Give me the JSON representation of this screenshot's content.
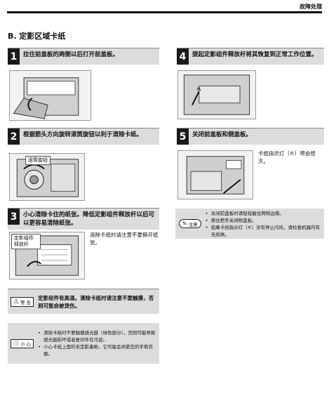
{
  "header": {
    "title": "故障处理"
  },
  "section": {
    "title": "B. 定影区域卡纸"
  },
  "steps": [
    {
      "num": "1",
      "text": "拉住前盖板的两侧以后打开前盖板。"
    },
    {
      "num": "2",
      "text": "根据箭头方向旋转滚筒旋钮以利于清除卡纸。"
    },
    {
      "num": "3",
      "text": "小心清除卡住的纸张。降低定影组件释放杆以后可以更容易清除纸张。"
    },
    {
      "num": "4",
      "text": "提起定影组件释放杆将其恢复到正常工作位置。"
    },
    {
      "num": "5",
      "text": "关闭前盖板和侧盖板。"
    }
  ],
  "callouts": {
    "drum_knob": "滚筒旋钮",
    "fusing_lever": "定影组件释放杆"
  },
  "side_notes": {
    "step3": "清除卡纸时请注意不要撕开纸张。",
    "step5": "卡纸指示灯（⚟）将会熄灭。"
  },
  "warning": {
    "badge": "警 告",
    "text": "定影组件有高温。清除卡纸时请注意不要触摸，否则可能会被烫伤。"
  },
  "caution": {
    "badge": "小 心",
    "items": [
      "清除卡纸时不要触摸感光鼓（绿色部分），否则可能导致感光鼓损坏或者复印件有污迹。",
      "小心卡纸上面的未定影墨粉，它可能会弄脏您的手和衣服。"
    ]
  },
  "note": {
    "badge": "注意",
    "items": [
      "关闭前盖板时请轻轻握住两侧边缘。",
      "按住把手关闭侧盖板。",
      "如果卡纸指示灯（⚟）没有停止闪烁，请检查机器内有无纸屑。"
    ]
  }
}
